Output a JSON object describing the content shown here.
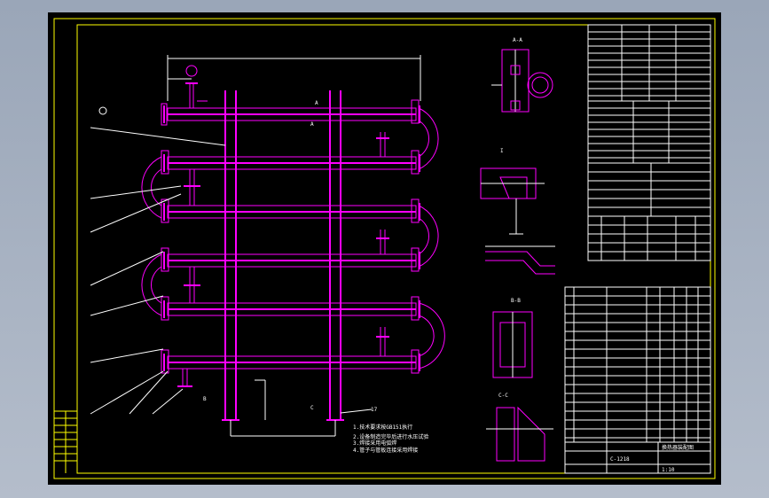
{
  "views": {
    "section_aa": "A-A",
    "section_bb": "B-B",
    "section_cc": "C-C",
    "label_a": "A",
    "label_b": "B",
    "label_c": "C",
    "callout_17": "17"
  },
  "notes": {
    "line1": "1.技术要求按GB151执行",
    "line2": "2.设备制造完毕后进行水压试验",
    "line3": "3.焊接采用电弧焊",
    "line4": "4.管子与管板连接采用焊接"
  },
  "title_block": {
    "drawing_no": "C-1218",
    "caption": "换热器装配图",
    "footer": "1:10"
  },
  "colors": {
    "background": "#000000",
    "geometry": "#ff00ff",
    "frame": "#ffff00",
    "text": "#ffffff"
  }
}
